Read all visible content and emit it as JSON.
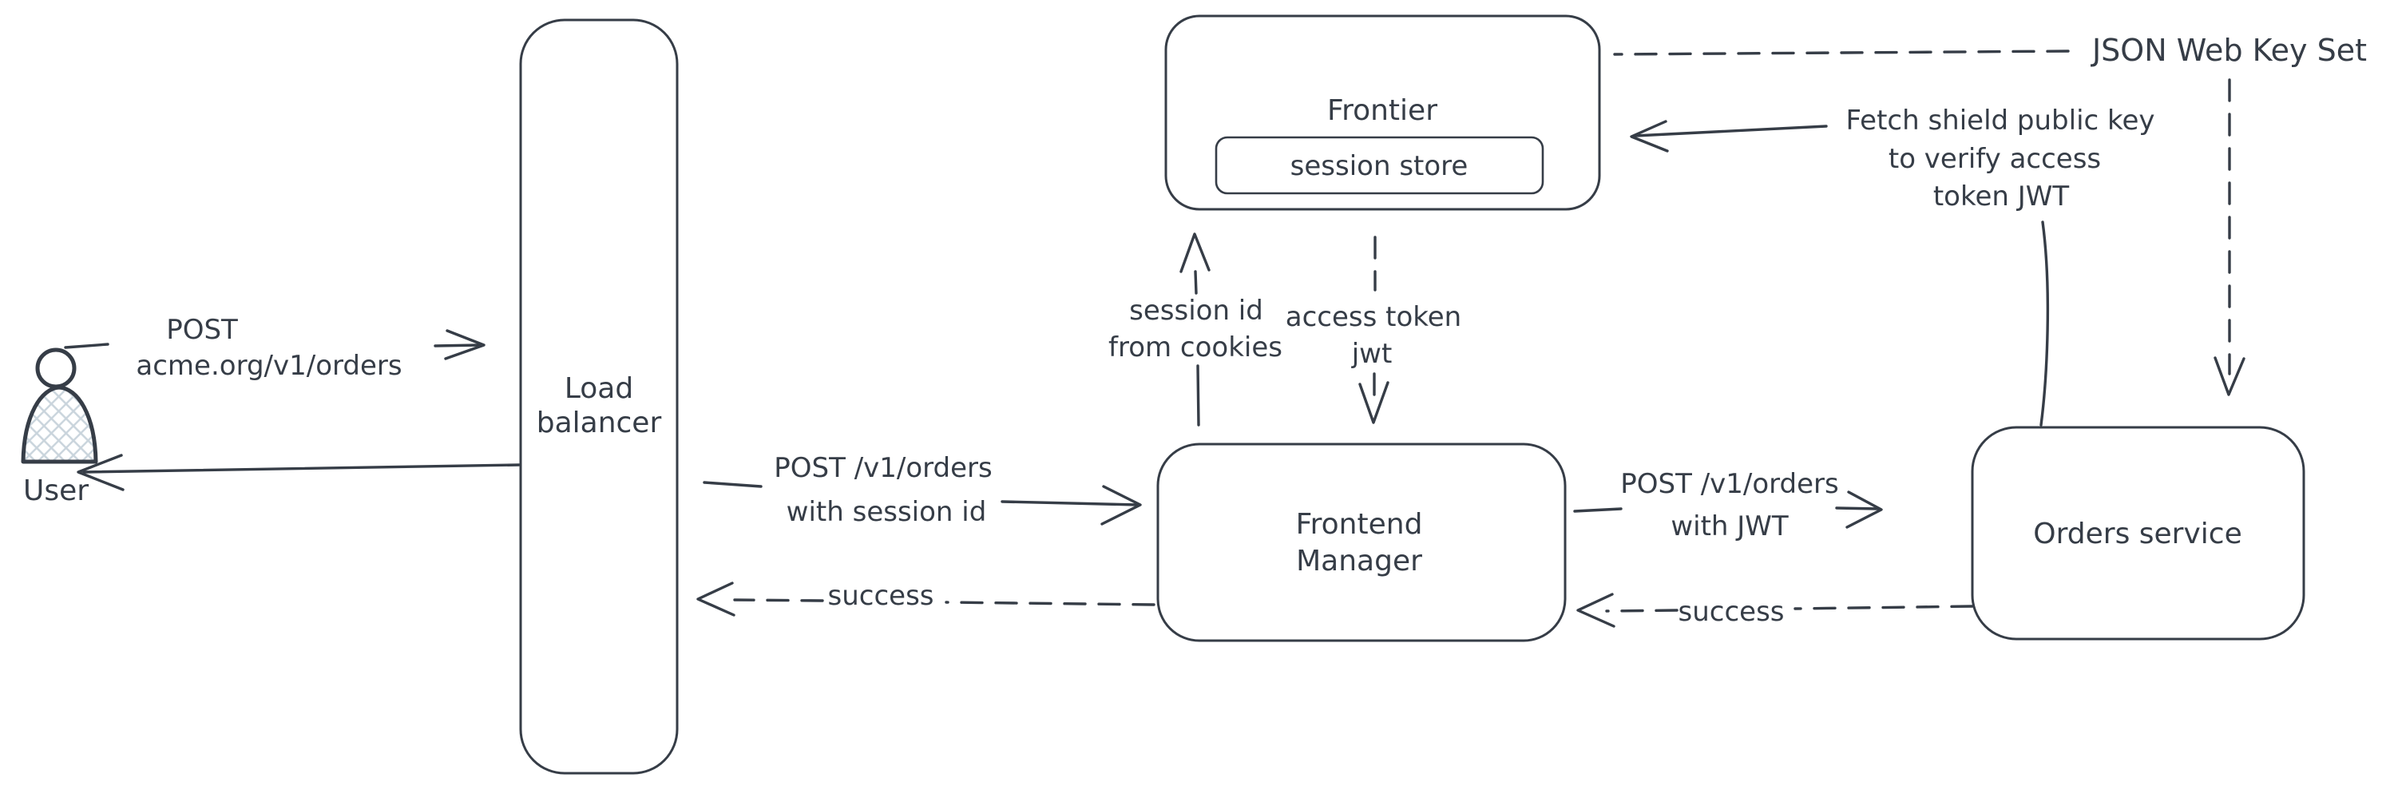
{
  "diagram": {
    "colors": {
      "background": "#ffffff",
      "stroke": "#363d47",
      "text": "#363d47",
      "user_fill": "#c9d4dc"
    },
    "nodes": {
      "user": {
        "label": "User"
      },
      "load_balancer": {
        "line1": "Load",
        "line2": "balancer"
      },
      "frontier": {
        "label": "Frontier"
      },
      "session_store": {
        "label": "session store"
      },
      "frontend_manager": {
        "line1": "Frontend",
        "line2": "Manager"
      },
      "orders_service": {
        "label": "Orders service"
      }
    },
    "edges": {
      "user_to_lb": {
        "line1": "POST",
        "line2": "acme.org/v1/orders"
      },
      "lb_to_fm": {
        "line1": "POST /v1/orders",
        "line2": "with session id"
      },
      "fm_to_lb_success": {
        "label": "success"
      },
      "fm_to_frontier": {
        "line1": "session id",
        "line2": "from cookies"
      },
      "frontier_to_fm": {
        "line1": "access token",
        "line2": "jwt"
      },
      "fm_to_orders": {
        "line1": "POST /v1/orders",
        "line2": "with JWT"
      },
      "orders_to_fm_success": {
        "label": "success"
      },
      "orders_to_frontier": {
        "line1": "Fetch shield public key",
        "line2": "to verify access",
        "line3": "token JWT"
      },
      "jwks": {
        "label": "JSON Web Key Set"
      }
    }
  }
}
